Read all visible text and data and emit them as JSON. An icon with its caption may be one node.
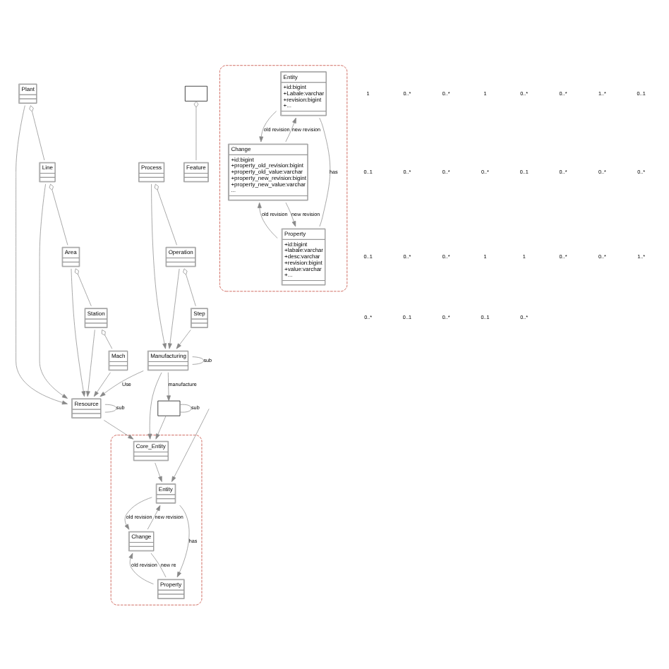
{
  "diagram": {
    "nodes": [
      {
        "text": [],
        "shape": "box"
      },
      {
        "text": [
          "Entity"
        ],
        "in": 0
      },
      {
        "text": [
          "Change"
        ],
        "in": 0
      },
      {
        "text": [
          "Core_Entity"
        ],
        "in": 0
      },
      {
        "text": [
          "Property"
        ],
        "in": 0
      },
      {
        "text": [],
        "shape": "box"
      },
      {
        "text": [
          "Manufacturing"
        ]
      },
      {
        "text": [
          "Resource"
        ]
      },
      {
        "text": [],
        "shape": "box"
      },
      {
        "text": [
          "Feature"
        ]
      },
      {
        "text": [
          "Process"
        ]
      },
      {
        "text": [
          "Operation"
        ]
      },
      {
        "text": [
          "Step"
        ]
      },
      {
        "text": [
          "Plant"
        ]
      },
      {
        "text": [
          "Line"
        ]
      },
      {
        "text": [
          "Area"
        ]
      },
      {
        "text": [
          "Station"
        ]
      },
      {
        "text": [
          "Mach"
        ]
      },
      {
        "text": [],
        "shape": "box"
      },
      {
        "text": [
          "Entity",
          "+id:bigint",
          "+Labale:varchar",
          "+revision:bigint",
          "+..."
        ],
        "in": 18
      },
      {
        "text": [
          "Change",
          "+id:bigint",
          "+property_old_revision:bigint",
          "+property_old_value:varchar",
          "+property_new_revision:bigint",
          "+property_new_value:varchar",
          "..."
        ],
        "in": 18
      },
      {
        "text": [
          "Property",
          "+id:bigint",
          "+labale:varchar",
          "+desc:varchar",
          "+revision:bigint",
          "+value:varchar",
          "+..."
        ],
        "in": 18
      }
    ],
    "edges": [
      {
        "from": 1,
        "to": 2,
        "arrow": "to",
        "label": "old revision"
      },
      {
        "from": 2,
        "to": 1,
        "arrow": "to",
        "label": "new revision"
      },
      {
        "from": 1,
        "to": 4,
        "arrow": "to",
        "label": "has"
      },
      {
        "from": 4,
        "to": 2,
        "arrow": "to",
        "label": "old revision"
      },
      {
        "from": 2,
        "to": 4,
        "arrow": "none",
        "label": "new re"
      },
      {
        "from": 3,
        "to": 1,
        "arrow": "to"
      },
      {
        "from": null,
        "to": 1,
        "arrow": "to"
      },
      {
        "from": 5,
        "to": 3,
        "arrow": "to"
      },
      {
        "from": 6,
        "to": 3,
        "arrow": "to"
      },
      {
        "from": 7,
        "to": 3,
        "arrow": "to"
      },
      {
        "from": 5,
        "to": 5,
        "arrow": "none",
        "label": "sub"
      },
      {
        "from": 6,
        "to": 5,
        "arrow": "to",
        "label": "manufacture"
      },
      {
        "from": 6,
        "to": 6,
        "arrow": "none",
        "label": "sub"
      },
      {
        "from": 6,
        "to": 7,
        "arrow": "to",
        "label": "Use"
      },
      {
        "from": 7,
        "to": 7,
        "arrow": "none",
        "label": "sub"
      },
      {
        "from": 10,
        "to": 6,
        "arrow": "to"
      },
      {
        "from": 11,
        "to": 6,
        "arrow": "to"
      },
      {
        "from": 12,
        "to": 6,
        "arrow": "to"
      },
      {
        "from": 10,
        "to": 11,
        "arrow": "other"
      },
      {
        "from": 11,
        "to": 12,
        "arrow": "other"
      },
      {
        "from": 8,
        "to": 9,
        "arrow": "other"
      },
      {
        "from": 13,
        "to": 7,
        "arrow": "to"
      },
      {
        "from": 14,
        "to": 7,
        "arrow": "to"
      },
      {
        "from": 15,
        "to": 7,
        "arrow": "to"
      },
      {
        "from": 16,
        "to": 7,
        "arrow": "to"
      },
      {
        "from": 17,
        "to": 7,
        "arrow": "to"
      },
      {
        "from": 13,
        "to": 14,
        "arrow": "other"
      },
      {
        "from": 14,
        "to": 15,
        "arrow": "other"
      },
      {
        "from": 15,
        "to": 16,
        "arrow": "other"
      },
      {
        "from": 16,
        "to": 17,
        "arrow": "other"
      },
      {
        "from": 19,
        "to": 20,
        "arrow": "to",
        "label": "old revision"
      },
      {
        "from": 20,
        "to": 19,
        "arrow": "to",
        "label": "new revision"
      },
      {
        "from": 19,
        "to": 21,
        "arrow": "none",
        "label": "has"
      },
      {
        "from": 20,
        "to": 21,
        "arrow": "to",
        "label": "new revision"
      },
      {
        "from": 21,
        "to": 20,
        "arrow": "to",
        "label": "old revision"
      }
    ],
    "labels": [
      "1",
      "0..*",
      "0..*",
      "1",
      "0..*",
      "0..*",
      "1..*",
      "0..1",
      "0..1",
      "0..*",
      "0..*",
      "0..*",
      "0..1",
      "0..*",
      "0..*",
      "0..*",
      "0..1",
      "0..*",
      "0..*",
      "1",
      "1",
      "0..*",
      "0..*",
      "1..*",
      "0..*",
      "0..1",
      "0..*",
      "0..1",
      "0..*"
    ]
  }
}
